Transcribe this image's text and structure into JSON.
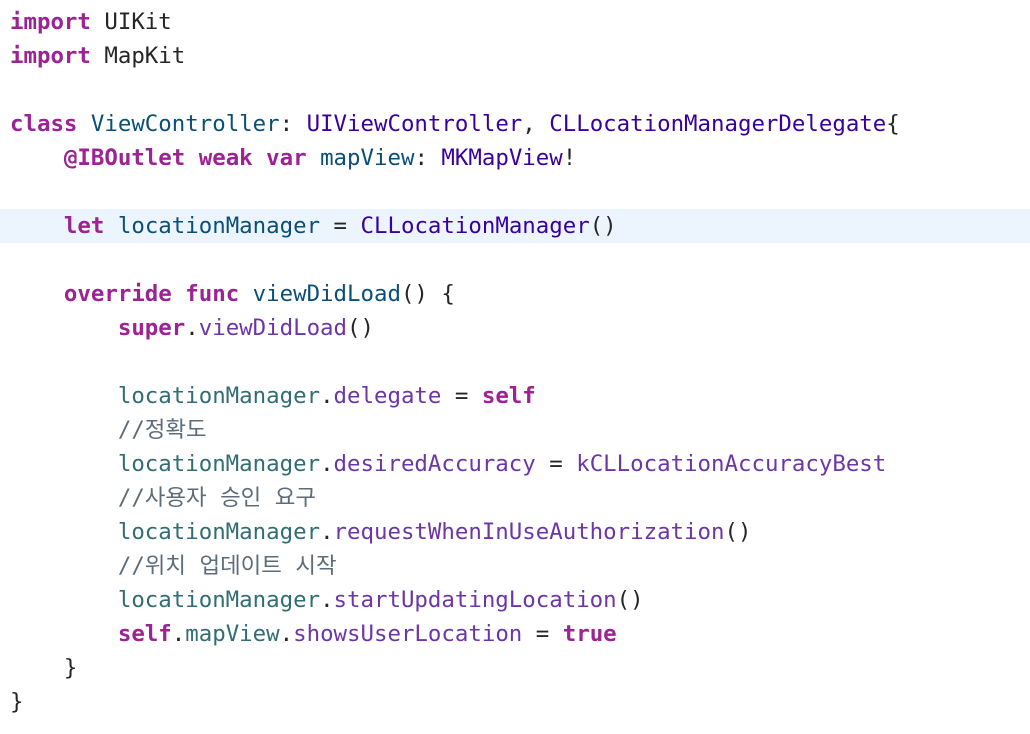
{
  "editor": {
    "current_line_color": "#ecf5fe",
    "colors": {
      "keyword": "#9b2393",
      "declaration": "#0b4f79",
      "type": "#3900a0",
      "property": "#326d74",
      "member": "#6c36a9",
      "comment": "#5d6c79",
      "plain": "#262626"
    },
    "lines": [
      {
        "tokens": [
          {
            "t": "import",
            "c": "kw"
          },
          {
            "t": " UIKit",
            "c": "plain"
          }
        ]
      },
      {
        "tokens": [
          {
            "t": "import",
            "c": "kw"
          },
          {
            "t": " MapKit",
            "c": "plain"
          }
        ]
      },
      {
        "tokens": []
      },
      {
        "tokens": [
          {
            "t": "class",
            "c": "kw"
          },
          {
            "t": " ",
            "c": "plain"
          },
          {
            "t": "ViewController",
            "c": "decl"
          },
          {
            "t": ": ",
            "c": "plain"
          },
          {
            "t": "UIViewController",
            "c": "type"
          },
          {
            "t": ", ",
            "c": "plain"
          },
          {
            "t": "CLLocationManagerDelegate",
            "c": "type"
          },
          {
            "t": "{",
            "c": "plain"
          }
        ]
      },
      {
        "tokens": [
          {
            "t": "    ",
            "c": "plain"
          },
          {
            "t": "@IBOutlet",
            "c": "kw"
          },
          {
            "t": " ",
            "c": "plain"
          },
          {
            "t": "weak",
            "c": "kw"
          },
          {
            "t": " ",
            "c": "plain"
          },
          {
            "t": "var",
            "c": "kw"
          },
          {
            "t": " ",
            "c": "plain"
          },
          {
            "t": "mapView",
            "c": "decl"
          },
          {
            "t": ": ",
            "c": "plain"
          },
          {
            "t": "MKMapView",
            "c": "type"
          },
          {
            "t": "!",
            "c": "plain"
          }
        ]
      },
      {
        "tokens": []
      },
      {
        "current": true,
        "tokens": [
          {
            "t": "    ",
            "c": "plain"
          },
          {
            "t": "let",
            "c": "kw"
          },
          {
            "t": " ",
            "c": "plain"
          },
          {
            "t": "locationManager",
            "c": "decl"
          },
          {
            "t": " = ",
            "c": "plain"
          },
          {
            "t": "CLLocationManager",
            "c": "type"
          },
          {
            "t": "()",
            "c": "plain"
          }
        ]
      },
      {
        "tokens": []
      },
      {
        "tokens": [
          {
            "t": "    ",
            "c": "plain"
          },
          {
            "t": "override",
            "c": "kw"
          },
          {
            "t": " ",
            "c": "plain"
          },
          {
            "t": "func",
            "c": "kw"
          },
          {
            "t": " ",
            "c": "plain"
          },
          {
            "t": "viewDidLoad",
            "c": "decl"
          },
          {
            "t": "() {",
            "c": "plain"
          }
        ]
      },
      {
        "tokens": [
          {
            "t": "        ",
            "c": "plain"
          },
          {
            "t": "super",
            "c": "kw"
          },
          {
            "t": ".",
            "c": "plain"
          },
          {
            "t": "viewDidLoad",
            "c": "mem"
          },
          {
            "t": "()",
            "c": "plain"
          }
        ]
      },
      {
        "tokens": []
      },
      {
        "tokens": [
          {
            "t": "        ",
            "c": "plain"
          },
          {
            "t": "locationManager",
            "c": "prop"
          },
          {
            "t": ".",
            "c": "plain"
          },
          {
            "t": "delegate",
            "c": "mem"
          },
          {
            "t": " = ",
            "c": "plain"
          },
          {
            "t": "self",
            "c": "kw"
          }
        ]
      },
      {
        "tokens": [
          {
            "t": "        ",
            "c": "plain"
          },
          {
            "t": "//정확도",
            "c": "cmt"
          }
        ]
      },
      {
        "tokens": [
          {
            "t": "        ",
            "c": "plain"
          },
          {
            "t": "locationManager",
            "c": "prop"
          },
          {
            "t": ".",
            "c": "plain"
          },
          {
            "t": "desiredAccuracy",
            "c": "mem"
          },
          {
            "t": " = ",
            "c": "plain"
          },
          {
            "t": "kCLLocationAccuracyBest",
            "c": "mem"
          }
        ]
      },
      {
        "tokens": [
          {
            "t": "        ",
            "c": "plain"
          },
          {
            "t": "//사용자 승인 요구",
            "c": "cmt"
          }
        ]
      },
      {
        "tokens": [
          {
            "t": "        ",
            "c": "plain"
          },
          {
            "t": "locationManager",
            "c": "prop"
          },
          {
            "t": ".",
            "c": "plain"
          },
          {
            "t": "requestWhenInUseAuthorization",
            "c": "mem"
          },
          {
            "t": "()",
            "c": "plain"
          }
        ]
      },
      {
        "tokens": [
          {
            "t": "        ",
            "c": "plain"
          },
          {
            "t": "//위치 업데이트 시작",
            "c": "cmt"
          }
        ]
      },
      {
        "tokens": [
          {
            "t": "        ",
            "c": "plain"
          },
          {
            "t": "locationManager",
            "c": "prop"
          },
          {
            "t": ".",
            "c": "plain"
          },
          {
            "t": "startUpdatingLocation",
            "c": "mem"
          },
          {
            "t": "()",
            "c": "plain"
          }
        ]
      },
      {
        "tokens": [
          {
            "t": "        ",
            "c": "plain"
          },
          {
            "t": "self",
            "c": "kw"
          },
          {
            "t": ".",
            "c": "plain"
          },
          {
            "t": "mapView",
            "c": "prop"
          },
          {
            "t": ".",
            "c": "plain"
          },
          {
            "t": "showsUserLocation",
            "c": "mem"
          },
          {
            "t": " = ",
            "c": "plain"
          },
          {
            "t": "true",
            "c": "kw"
          }
        ]
      },
      {
        "tokens": [
          {
            "t": "    ",
            "c": "plain"
          },
          {
            "t": "}",
            "c": "plain"
          }
        ]
      },
      {
        "tokens": [
          {
            "t": "}",
            "c": "plain"
          }
        ]
      }
    ]
  }
}
